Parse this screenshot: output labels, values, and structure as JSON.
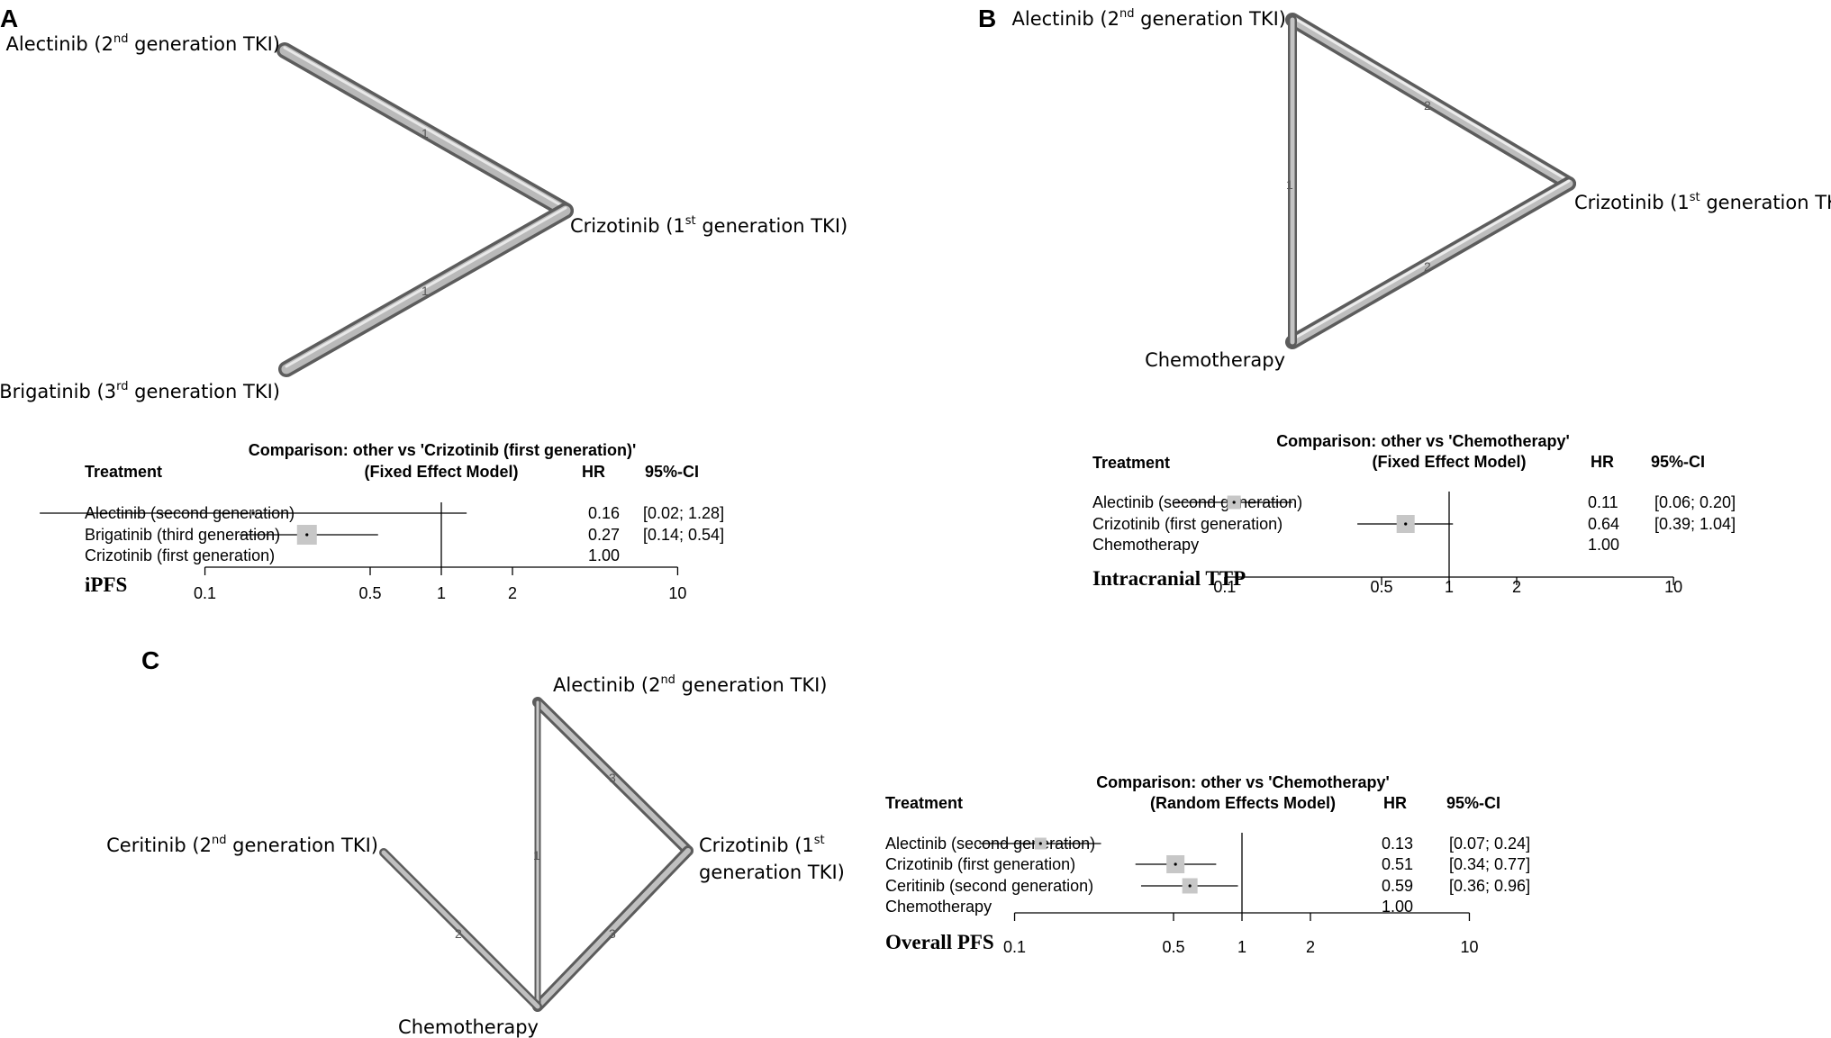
{
  "panels": {
    "A": {
      "letter": "A",
      "nodes": {
        "alectinib": {
          "name": "Alectinib (2",
          "sup": "nd",
          "rest": " generation TKI)"
        },
        "crizotinib": {
          "name": "Crizotinib (1",
          "sup": "st",
          "rest": " generation TKI)"
        },
        "brigatinib": {
          "name": "Brigatinib (3",
          "sup": "rd",
          "rest": " generation TKI)"
        }
      },
      "edges": [
        {
          "from": "alectinib",
          "to": "crizotinib",
          "studies": "1"
        },
        {
          "from": "brigatinib",
          "to": "crizotinib",
          "studies": "1"
        }
      ],
      "forest": {
        "comparison": "Comparison: other vs 'Crizotinib (first generation)'",
        "model": "(Fixed Effect Model)",
        "col_treatment": "Treatment",
        "col_hr": "HR",
        "col_ci": "95%-CI",
        "outcome": "iPFS",
        "ticks": [
          "0.1",
          "0.5",
          "1",
          "2",
          "10"
        ],
        "rows": [
          {
            "treatment": "Alectinib (second generation)",
            "hr": "0.16",
            "ci": "[0.02; 1.28]",
            "hr_value": 0.16,
            "lo": 0.02,
            "hi": 1.28,
            "weight": 0.25
          },
          {
            "treatment": "Brigatinib (third generation)",
            "hr": "0.27",
            "ci": "[0.14; 0.54]",
            "hr_value": 0.27,
            "lo": 0.14,
            "hi": 0.54,
            "weight": 1.0
          },
          {
            "treatment": "Crizotinib (first generation)",
            "hr": "1.00",
            "ci": "",
            "hr_value": 1.0,
            "lo": null,
            "hi": null,
            "weight": 0
          }
        ]
      }
    },
    "B": {
      "letter": "B",
      "nodes": {
        "alectinib": {
          "name": "Alectinib (2",
          "sup": "nd",
          "rest": " generation TKI)"
        },
        "crizotinib": {
          "name": "Crizotinib (1",
          "sup": "st",
          "rest": " generation TKI)"
        },
        "chemotherapy": {
          "name": "Chemotherapy",
          "sup": "",
          "rest": ""
        }
      },
      "edges": [
        {
          "from": "alectinib",
          "to": "crizotinib",
          "studies": "2"
        },
        {
          "from": "chemotherapy",
          "to": "crizotinib",
          "studies": "2"
        },
        {
          "from": "alectinib",
          "to": "chemotherapy",
          "studies": "1"
        }
      ],
      "forest": {
        "comparison": "Comparison: other vs 'Chemotherapy'",
        "model": "(Fixed Effect Model)",
        "col_treatment": "Treatment",
        "col_hr": "HR",
        "col_ci": "95%-CI",
        "outcome": "Intracranial TTP",
        "ticks": [
          "0.1",
          "0.5",
          "1",
          "2",
          "10"
        ],
        "rows": [
          {
            "treatment": "Alectinib (second generation)",
            "hr": "0.11",
            "ci": "[0.06; 0.20]",
            "hr_value": 0.11,
            "lo": 0.06,
            "hi": 0.2,
            "weight": 0.75
          },
          {
            "treatment": "Crizotinib (first generation)",
            "hr": "0.64",
            "ci": "[0.39; 1.04]",
            "hr_value": 0.64,
            "lo": 0.39,
            "hi": 1.04,
            "weight": 1.0
          },
          {
            "treatment": "Chemotherapy",
            "hr": "1.00",
            "ci": "",
            "hr_value": 1.0,
            "lo": null,
            "hi": null,
            "weight": 0
          }
        ]
      }
    },
    "C": {
      "letter": "C",
      "nodes": {
        "alectinib": {
          "name": "Alectinib (2",
          "sup": "nd",
          "rest": " generation TKI)"
        },
        "crizotinib": {
          "name": "Crizotinib (1",
          "sup": "st",
          "rest": "",
          "line2": "generation TKI)"
        },
        "ceritinib": {
          "name": "Ceritinib (2",
          "sup": "nd",
          "rest": " generation TKI)"
        },
        "chemotherapy": {
          "name": "Chemotherapy",
          "sup": "",
          "rest": ""
        }
      },
      "edges": [
        {
          "from": "alectinib",
          "to": "crizotinib",
          "studies": "3"
        },
        {
          "from": "chemotherapy",
          "to": "crizotinib",
          "studies": "3"
        },
        {
          "from": "alectinib",
          "to": "chemotherapy",
          "studies": "1"
        },
        {
          "from": "ceritinib",
          "to": "chemotherapy",
          "studies": "2"
        }
      ],
      "forest": {
        "comparison": "Comparison: other vs 'Chemotherapy'",
        "model": "(Random Effects Model)",
        "col_treatment": "Treatment",
        "col_hr": "HR",
        "col_ci": "95%-CI",
        "outcome": "Overall PFS",
        "ticks": [
          "0.1",
          "0.5",
          "1",
          "2",
          "10"
        ],
        "rows": [
          {
            "treatment": "Alectinib (second generation)",
            "hr": "0.13",
            "ci": "[0.07; 0.24]",
            "hr_value": 0.13,
            "lo": 0.07,
            "hi": 0.24,
            "weight": 0.65
          },
          {
            "treatment": "Crizotinib (first generation)",
            "hr": "0.51",
            "ci": "[0.34; 0.77]",
            "hr_value": 0.51,
            "lo": 0.34,
            "hi": 0.77,
            "weight": 1.0
          },
          {
            "treatment": "Ceritinib (second generation)",
            "hr": "0.59",
            "ci": "[0.36; 0.96]",
            "hr_value": 0.59,
            "lo": 0.36,
            "hi": 0.96,
            "weight": 0.85
          },
          {
            "treatment": "Chemotherapy",
            "hr": "1.00",
            "ci": "",
            "hr_value": 1.0,
            "lo": null,
            "hi": null,
            "weight": 0
          }
        ]
      }
    }
  }
}
